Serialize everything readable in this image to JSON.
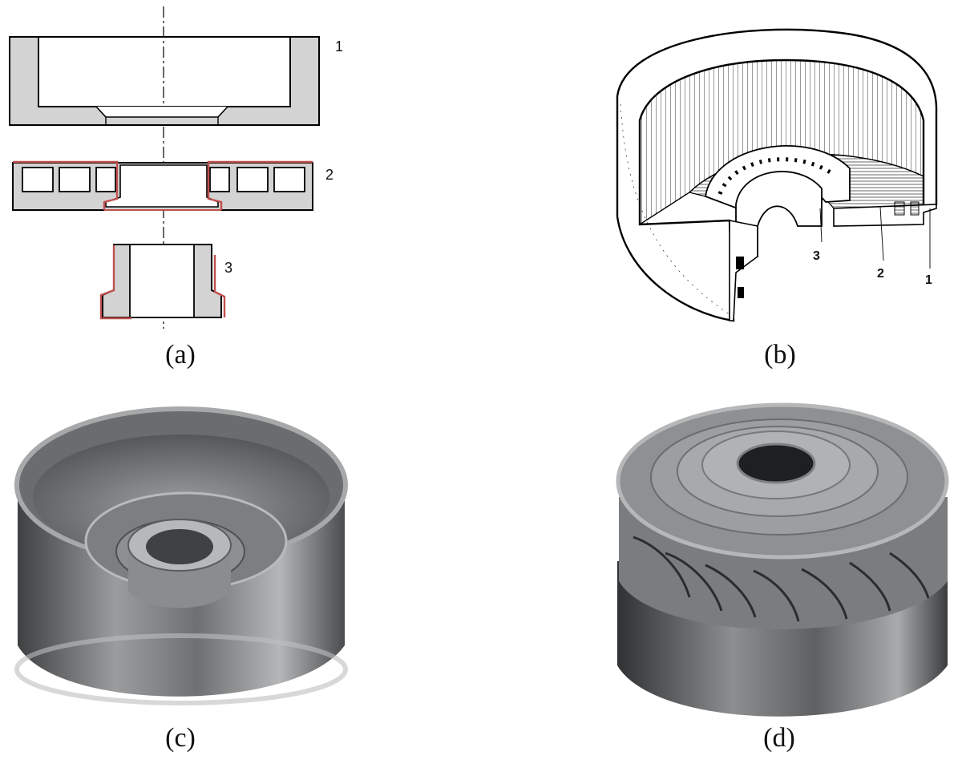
{
  "captions": {
    "a": "(a)",
    "b": "(b)",
    "c": "(c)",
    "d": "(d)"
  },
  "diagram_a": {
    "labels": [
      "1",
      "2",
      "3"
    ]
  },
  "diagram_b": {
    "labels": [
      "3",
      "2",
      "1"
    ]
  },
  "colors": {
    "section_fill": "#d3d3d3",
    "outline": "#000000",
    "highlight": "#c0504d",
    "metal_dark": "#4a4c4e",
    "metal_mid": "#8a8c8e",
    "metal_light": "#c8cacb"
  }
}
